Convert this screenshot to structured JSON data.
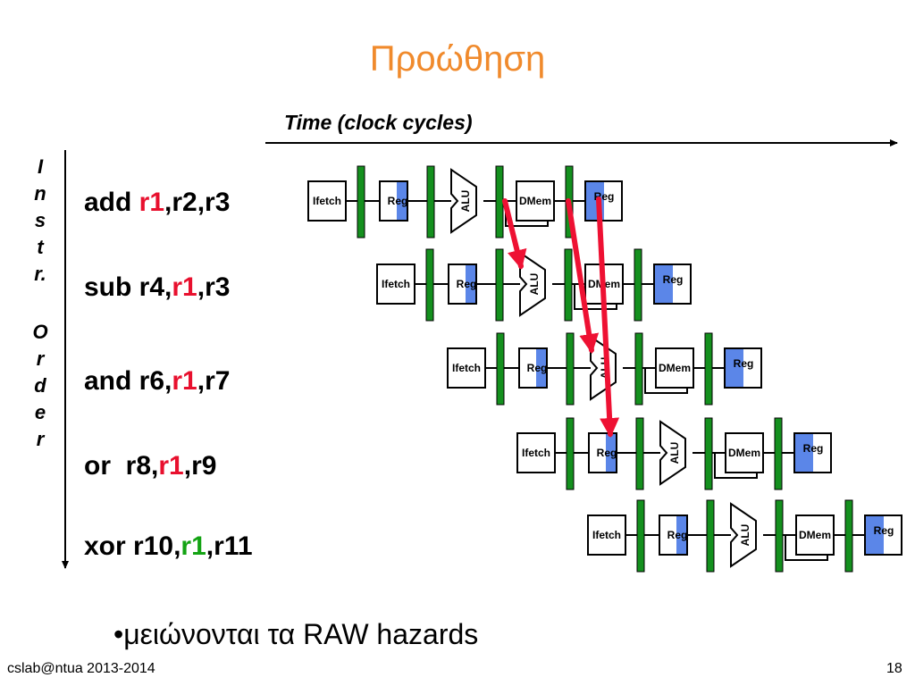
{
  "slide": {
    "title": "Προώθηση",
    "axis_label": "Time (clock cycles)",
    "order_label": [
      "I",
      "n",
      "s",
      "t",
      "r.",
      "O",
      "r",
      "d",
      "e",
      "r"
    ],
    "note": "•μειώνονται τα RAW hazards",
    "footer_left": "cslab@ntua 2013-2014",
    "page_number": "18"
  },
  "instructions": [
    {
      "op": "add ",
      "dest_pre": "",
      "reg": "r1",
      "post": ",r2,r3",
      "reg_color": "#e8102e"
    },
    {
      "op": "sub ",
      "dest_pre": "r4,",
      "reg": "r1",
      "post": ",r3",
      "reg_color": "#e8102e"
    },
    {
      "op": "and ",
      "dest_pre": "r6,",
      "reg": "r1",
      "post": ",r7",
      "reg_color": "#e8102e"
    },
    {
      "op": "or  ",
      "dest_pre": "r8,",
      "reg": "r1",
      "post": ",r9",
      "reg_color": "#e8102e"
    },
    {
      "op": "xor ",
      "dest_pre": "r10,",
      "reg": "r1",
      "post": ",r11",
      "reg_color": "#13a313"
    }
  ],
  "pipeline": {
    "stage_labels": {
      "ifetch": "Ifetch",
      "reg": "Reg",
      "alu": "ALU",
      "dmem": "DMem",
      "wb": "Reg"
    },
    "colors": {
      "latch": "#14901e",
      "reg_fill": "#5b86e8",
      "forward_arrow": "#ee1133"
    }
  }
}
